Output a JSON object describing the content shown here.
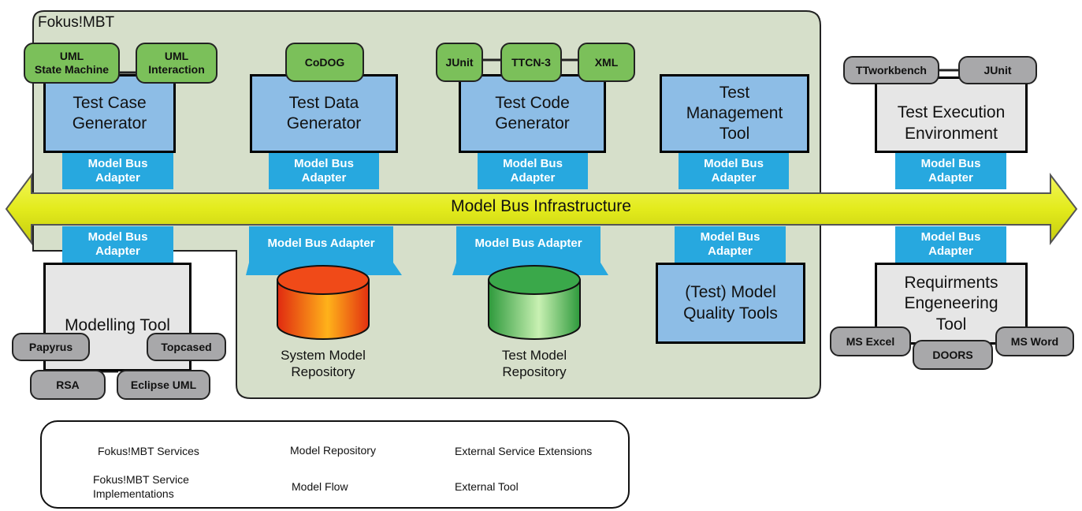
{
  "region": {
    "label": "Fokus!MBT"
  },
  "bus": {
    "label": "Model Bus Infrastructure"
  },
  "adapter_label": "Model Bus\nAdapter",
  "adapter_wide_label": "Model Bus Adapter",
  "services": {
    "test_case_generator": "Test Case\nGenerator",
    "test_data_generator": "Test Data\nGenerator",
    "test_code_generator": "Test Code\nGenerator",
    "test_management_tool": "Test\nManagement\nTool",
    "model_quality_tools": "(Test) Model\nQuality Tools"
  },
  "external": {
    "test_execution_environment": "Test Execution\nEnvironment",
    "modelling_tool": "Modelling Tool",
    "requirements_tool": "Requirments\nEngeneering\nTool"
  },
  "implementations": {
    "uml_state_machine": "UML\nState Machine",
    "uml_interaction": "UML\nInteraction",
    "codog": "CoDOG",
    "junit": "JUnit",
    "ttcn3": "TTCN-3",
    "xml": "XML"
  },
  "tools": {
    "ttworkbench": "TTworkbench",
    "junit": "JUnit",
    "papyrus": "Papyrus",
    "topcased": "Topcased",
    "rsa": "RSA",
    "eclipse_uml": "Eclipse UML",
    "ms_excel": "MS Excel",
    "doors": "DOORS",
    "ms_word": "MS Word"
  },
  "repositories": {
    "system_model": "System Model\nRepository",
    "test_model": "Test Model\nRepository"
  },
  "legend": {
    "services": "Fokus!MBT Services",
    "implementations": "Fokus!MBT Service\nImplementations",
    "repository": "Model Repository",
    "flow": "Model Flow",
    "extensions": "External Service Extensions",
    "tool": "External Tool"
  },
  "colors": {
    "service": "#8dbde6",
    "adapter": "#27a8df",
    "implementation": "#7bc05a",
    "external_service": "#e6e6e6",
    "external_tool": "#a8a8aa",
    "region": "#d6dfca",
    "bus": "#e4ec1e"
  }
}
